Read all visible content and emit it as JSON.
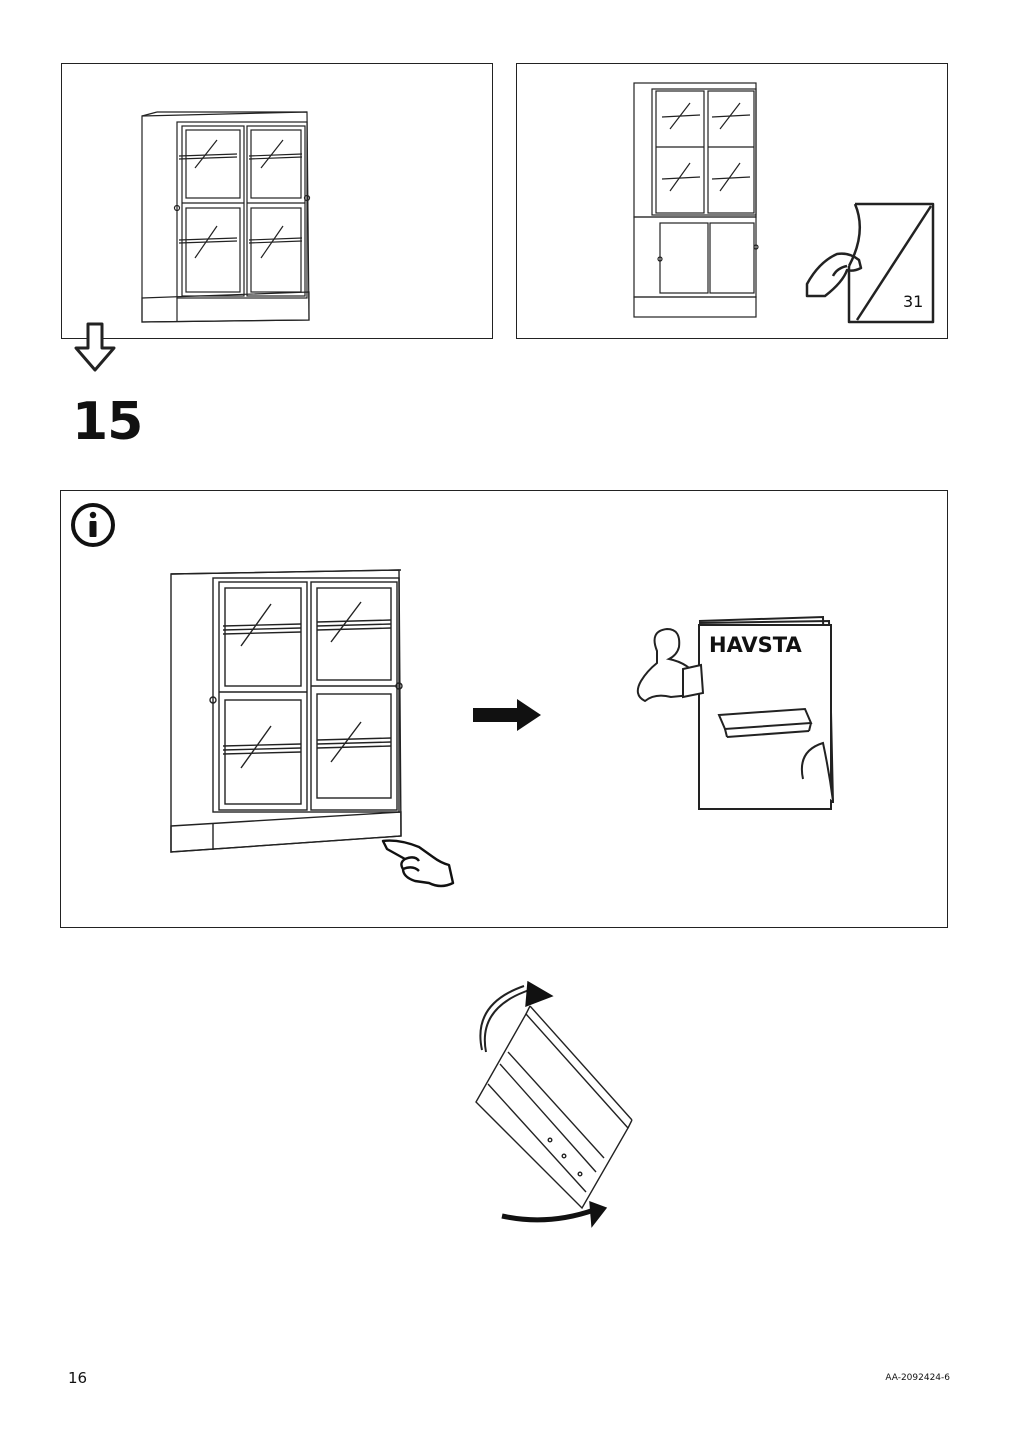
{
  "step": {
    "number": "15"
  },
  "reference_page": "31",
  "manual_title": "HAVSTA",
  "footer": {
    "page_number": "16",
    "document_code": "AA-2092424-6"
  },
  "icons": [
    "info-icon",
    "continue-down-arrow-icon",
    "page-turn-icon",
    "pointing-hand-icon",
    "reading-manual-icon",
    "right-arrow-icon",
    "rotate-arrow-icon"
  ]
}
